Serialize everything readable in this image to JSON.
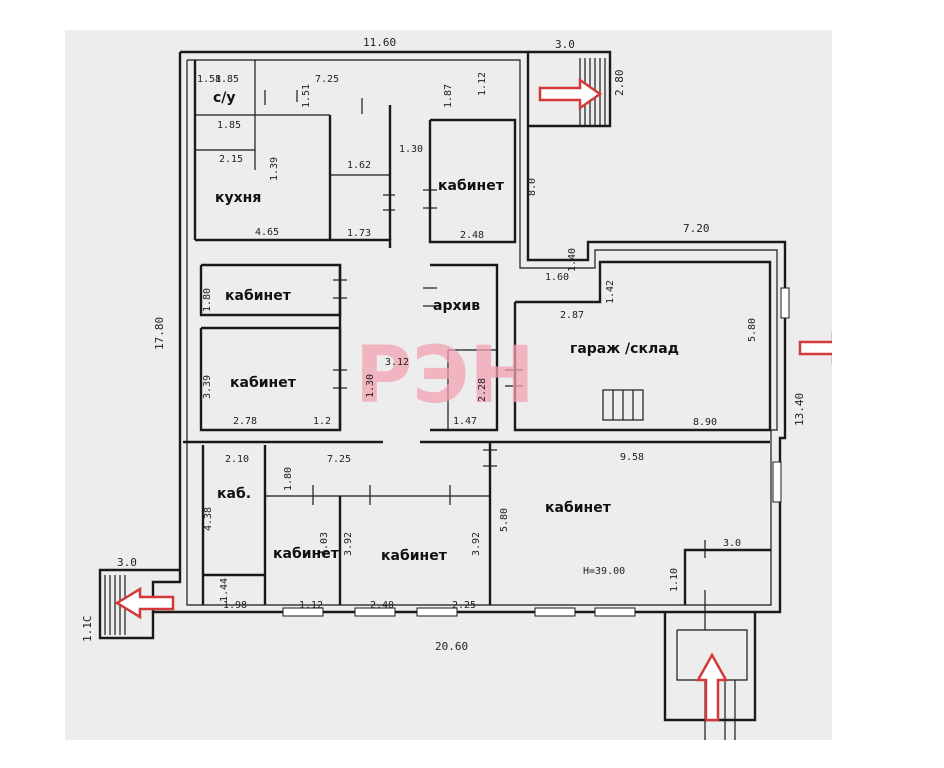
{
  "plan": {
    "rooms": [
      {
        "id": "wc",
        "label": "с/у"
      },
      {
        "id": "kitchen",
        "label": "кухня"
      },
      {
        "id": "office-top",
        "label": "кабинет"
      },
      {
        "id": "office-left-1",
        "label": "кабинет"
      },
      {
        "id": "office-left-2",
        "label": "кабинет"
      },
      {
        "id": "archive",
        "label": "архив"
      },
      {
        "id": "garage",
        "label": "гараж /склад"
      },
      {
        "id": "kab-small",
        "label": "каб."
      },
      {
        "id": "office-bottom-1",
        "label": "кабинет"
      },
      {
        "id": "office-bottom-2",
        "label": "кабинет"
      },
      {
        "id": "office-large",
        "label": "кабинет"
      }
    ],
    "dimensions": {
      "top_width": "11.60",
      "top_stairs": "3.0",
      "stairs_right": "2.80",
      "left_height": "17.80",
      "right_height": "13.40",
      "bottom_width": "20.60",
      "bottom_left_stairs": "3.0",
      "left_stairs_side": "1.1С",
      "garage_width": "7.20",
      "garage_inner": "8.90",
      "garage_side": "5.80",
      "garage_top": "2.87",
      "office_large_width": "9.58",
      "office_large_side": "5.80",
      "vest_width": "3.0",
      "vest_side": "1.10",
      "corridor_top": "7.25",
      "corridor_bottom": "7.25",
      "k_wc_1": "1.85",
      "k_wc_2": "1.58",
      "k_wc_3": "1.85",
      "k_wc_4": "2.15",
      "kitchen_w": "4.65",
      "kitchen_h": "1.39",
      "r20": "1.62",
      "r21": "1.73",
      "off_top_w": "2.48",
      "off_top_h": "1.30",
      "off_top_side": "8.0",
      "cab1_side": "1.80",
      "cab2_side": "3.39",
      "cab2_w": "2.78",
      "cab2_x": "1.2",
      "arch_w": "3.12",
      "arch_h": "1.30",
      "r14_w": "1.47",
      "r14_h": "2.28",
      "kab_w": "2.10",
      "kab_h": "4.38",
      "kab_b": "1.98",
      "kab_b2": "1.44",
      "ob1_w": "1.12",
      "ob1_h": "4.03",
      "ob2_w": "2.40",
      "ob2_h": "3.92",
      "ob3_w": "2.25",
      "ob3_h": "3.92",
      "c180": "1.80",
      "c160": "1.60",
      "c140": "1.40",
      "c142": "1.42",
      "c187": "1.87",
      "c112": "1.12",
      "c151": "1.51",
      "area": "Н=39.00"
    },
    "watermark": "РЭН"
  }
}
